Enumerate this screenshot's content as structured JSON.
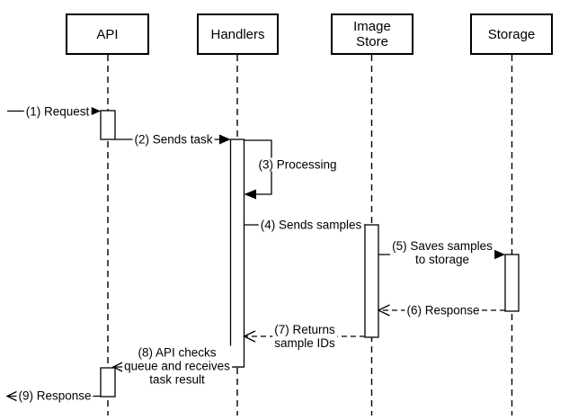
{
  "diagram": {
    "type": "uml-sequence-diagram",
    "background_color": "#ffffff",
    "line_color": "#000000",
    "actors": [
      {
        "label": "API"
      },
      {
        "label": "Handlers"
      },
      {
        "label": "Image\nStore"
      },
      {
        "label": "Storage"
      }
    ],
    "messages": [
      {
        "seq": 1,
        "label": "(1) Request",
        "from": "external",
        "to": "API",
        "line": "solid",
        "arrowhead": "filled"
      },
      {
        "seq": 2,
        "label": "(2) Sends task",
        "from": "API",
        "to": "Handlers",
        "line": "solid",
        "arrowhead": "filled"
      },
      {
        "seq": 3,
        "label": "(3) Processing",
        "from": "Handlers",
        "to": "Handlers",
        "line": "solid",
        "arrowhead": "filled",
        "self_message": true
      },
      {
        "seq": 4,
        "label": "(4) Sends samples",
        "from": "Handlers",
        "to": "Image Store",
        "line": "solid",
        "arrowhead": "filled"
      },
      {
        "seq": 5,
        "label": "(5) Saves samples\nto  storage",
        "from": "Image Store",
        "to": "Storage",
        "line": "solid",
        "arrowhead": "filled"
      },
      {
        "seq": 6,
        "label": "(6) Response",
        "from": "Storage",
        "to": "Image Store",
        "line": "dashed",
        "arrowhead": "open"
      },
      {
        "seq": 7,
        "label": "(7) Returns\nsample IDs",
        "from": "Image Store",
        "to": "Handlers",
        "line": "dashed",
        "arrowhead": "open"
      },
      {
        "seq": 8,
        "label": "(8) API checks\nqueue and receives\ntask result",
        "from": "Handlers",
        "to": "API",
        "line": "solid",
        "arrowhead": "open"
      },
      {
        "seq": 9,
        "label": "(9) Response",
        "from": "API",
        "to": "external",
        "line": "solid",
        "arrowhead": "open"
      }
    ]
  }
}
